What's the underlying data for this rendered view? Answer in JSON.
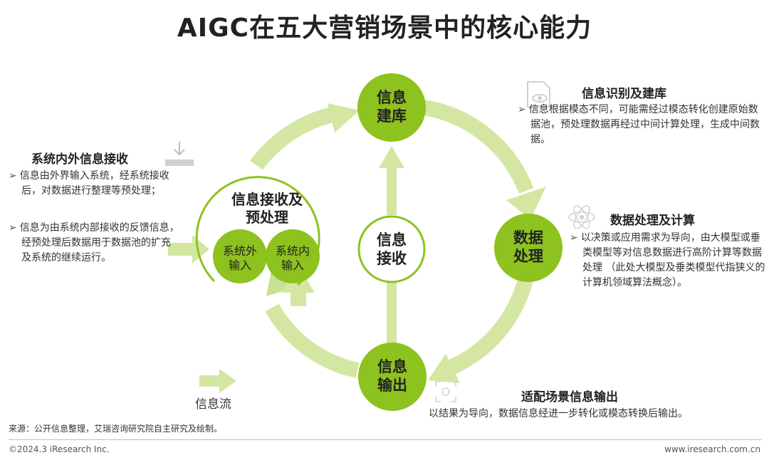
{
  "title": "AIGC在五大营销场景中的核心能力",
  "colors": {
    "node_green": "#8dc21f",
    "arrow_light": "#d3e7a2",
    "text_dark": "#222222",
    "white": "#ffffff"
  },
  "nodes": {
    "top": "信息\n建库",
    "right": "数据\n处理",
    "bottom": "信息\n输出",
    "center": "信息\n接收",
    "left_title": "信息接收及\n预处理",
    "left_sub1": "系统外\n输入",
    "left_sub2": "系统内\n输入"
  },
  "legend": {
    "label": "信息流"
  },
  "blocks": {
    "left": {
      "heading": "系统内外信息接收",
      "bullets": [
        "信息由外界输入系统，经系统接收后，对数据进行整理等预处理；",
        "信息为由系统内部接收的反馈信息，经预处理后数据用于数据池的扩充及系统的继续运行。"
      ]
    },
    "top_right": {
      "heading": "信息识别及建库",
      "bullets": [
        "信息根据模态不同，可能需经过模态转化创建原始数据池，预处理数据再经过中间计算处理，生成中间数据。"
      ]
    },
    "mid_right": {
      "heading": "数据处理及计算",
      "bullets": [
        "以决策或应用需求为导向，由大模型或垂类模型等对信息数据进行高阶计算等数据处理 （此处大模型及垂类模型代指狭义的计算机领域算法概念）。"
      ]
    },
    "bottom_right": {
      "heading": "适配场景信息输出",
      "text": "以结果为导向，数据信息经进一步转化或模态转换后输出。"
    }
  },
  "icons": [
    "download-icon",
    "eye-document-icon",
    "atom-icon",
    "camera-scan-icon"
  ],
  "footer": {
    "source": "来源：公开信息整理，艾瑞咨询研究院自主研究及绘制。",
    "copyright": "©2024.3 iResearch Inc.",
    "website": "www.iresearch.com.cn"
  }
}
